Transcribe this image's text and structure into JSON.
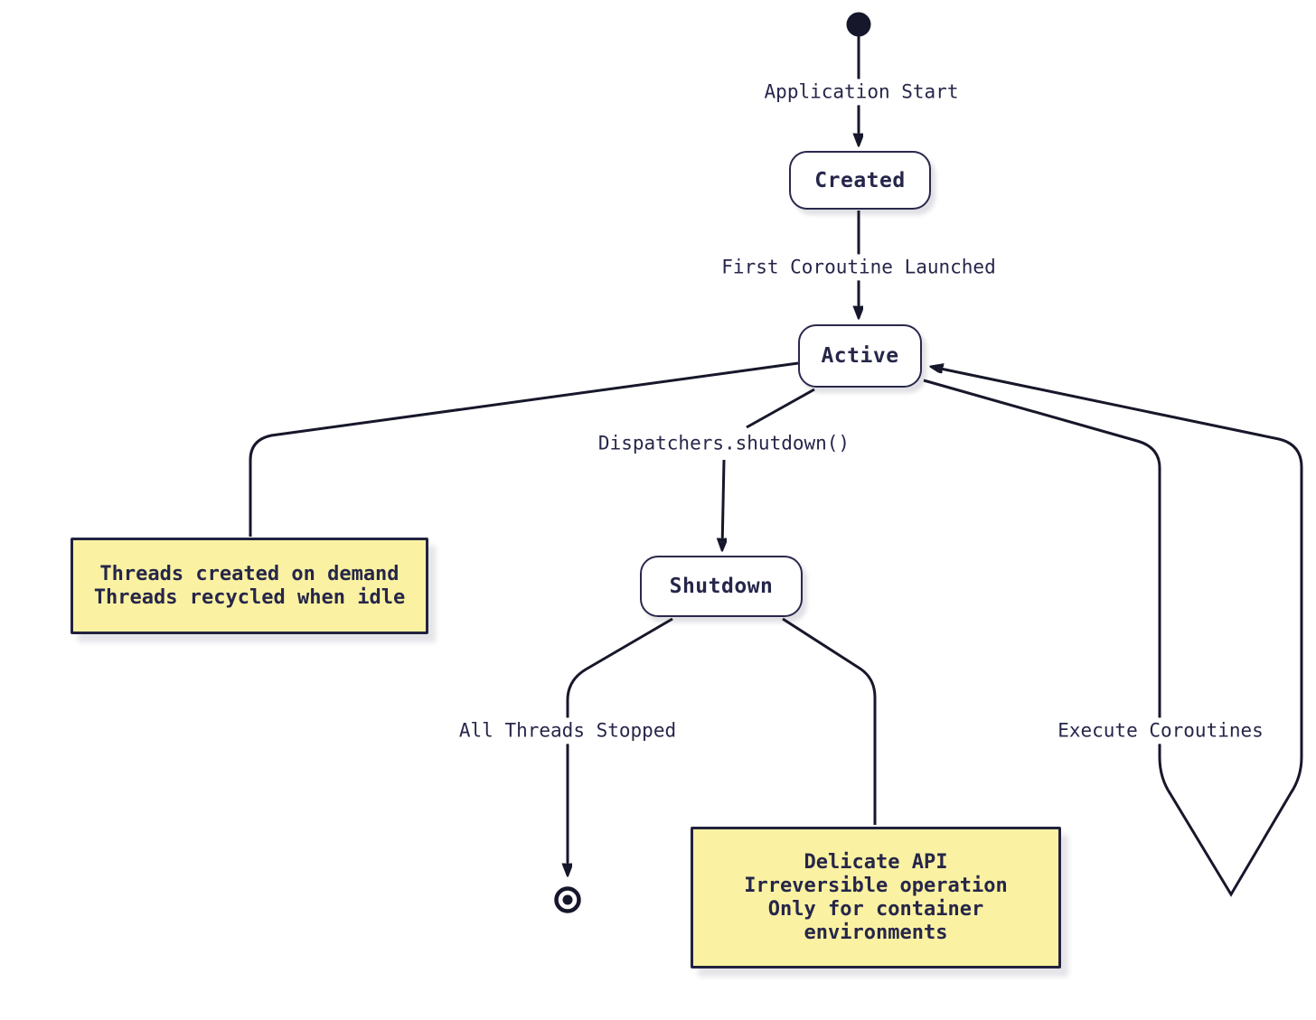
{
  "diagram": {
    "colors": {
      "line": "#17172b",
      "state_border": "#29294d",
      "text": "#26264a",
      "note_bg": "#faf2a2",
      "note_border": "#22223f",
      "state_bg": "#ffffff",
      "page_bg": "#ffffff"
    },
    "states": [
      {
        "id": "created",
        "label": "Created"
      },
      {
        "id": "active",
        "label": "Active"
      },
      {
        "id": "shutdown",
        "label": "Shutdown"
      }
    ],
    "edges": [
      {
        "id": "app-start",
        "label": "Application Start"
      },
      {
        "id": "first-coroutine",
        "label": "First Coroutine Launched"
      },
      {
        "id": "dispatchers-shutdown",
        "label": "Dispatchers.shutdown()"
      },
      {
        "id": "all-threads-stopped",
        "label": "All Threads Stopped"
      },
      {
        "id": "execute-coroutines",
        "label": "Execute Coroutines"
      }
    ],
    "notes": [
      {
        "id": "threads-note",
        "lines": [
          "Threads created on demand",
          "Threads recycled when idle"
        ]
      },
      {
        "id": "delicate-note",
        "lines": [
          "Delicate API",
          "Irreversible operation",
          "Only for container",
          "environments"
        ]
      }
    ],
    "markers": [
      {
        "id": "initial-state",
        "name": "initial-state-dot"
      },
      {
        "id": "final-state",
        "name": "final-state-bullseye"
      }
    ]
  }
}
